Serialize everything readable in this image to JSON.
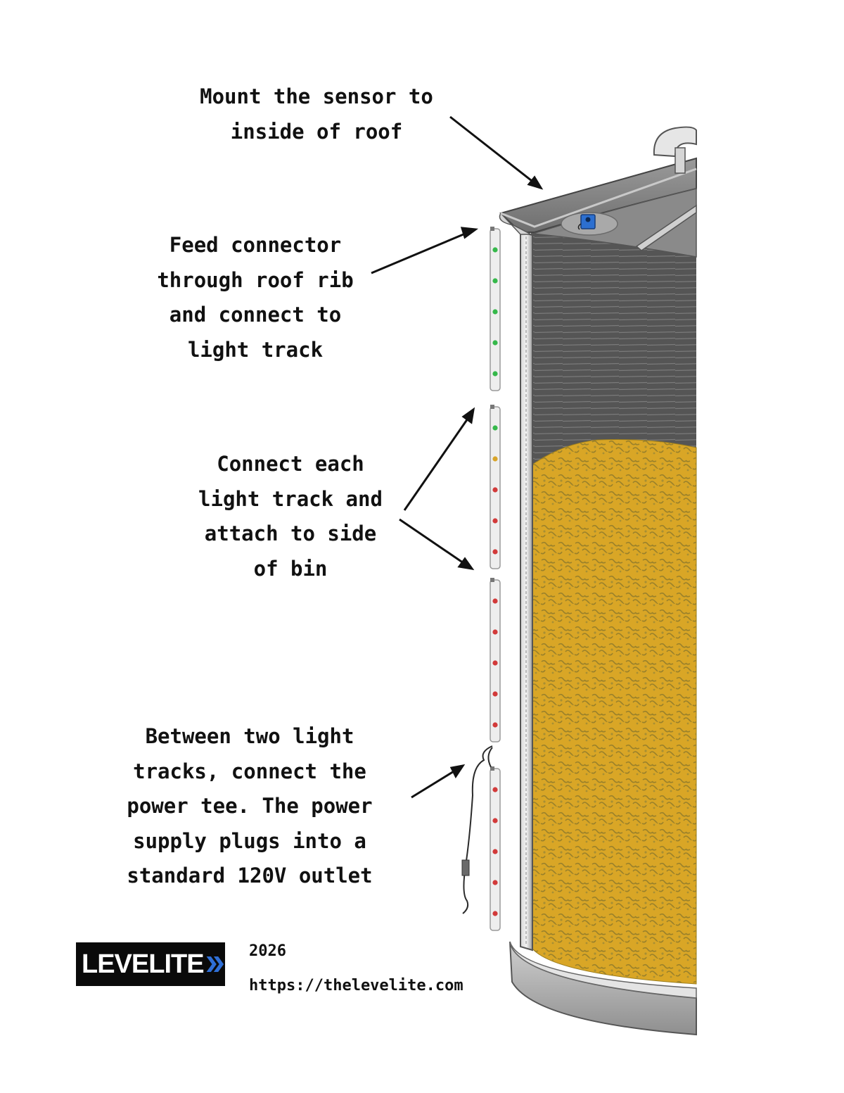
{
  "callouts": {
    "sensor": [
      "Mount the sensor to",
      "inside of roof"
    ],
    "feed": [
      "Feed connector",
      "through roof rib",
      "and connect to",
      "light track"
    ],
    "connect": [
      "Connect each",
      "light track and",
      "attach to side",
      "of bin"
    ],
    "power": [
      "Between two light",
      "tracks, connect the",
      "power tee. The power",
      "supply plugs into a",
      "standard 120V outlet"
    ]
  },
  "logo": {
    "text": "LEVELITE",
    "chevron_color": "#2f6fd6"
  },
  "footer": {
    "year": "2026",
    "url": "https://thelevelite.com"
  },
  "colors": {
    "grain": "#d9a626",
    "bin_wall": "#b7b7b7",
    "interior": "#4d4d4d",
    "led_green": "#35b84a",
    "led_yellow": "#d8a42a",
    "led_red": "#d23a3a",
    "sensor": "#2c6fd0"
  },
  "light_tracks": [
    [
      "green",
      "green",
      "green",
      "green",
      "green"
    ],
    [
      "green",
      "yellow",
      "red",
      "red",
      "red"
    ],
    [
      "red",
      "red",
      "red",
      "red",
      "red"
    ],
    [
      "red",
      "red",
      "red",
      "red",
      "red"
    ]
  ]
}
